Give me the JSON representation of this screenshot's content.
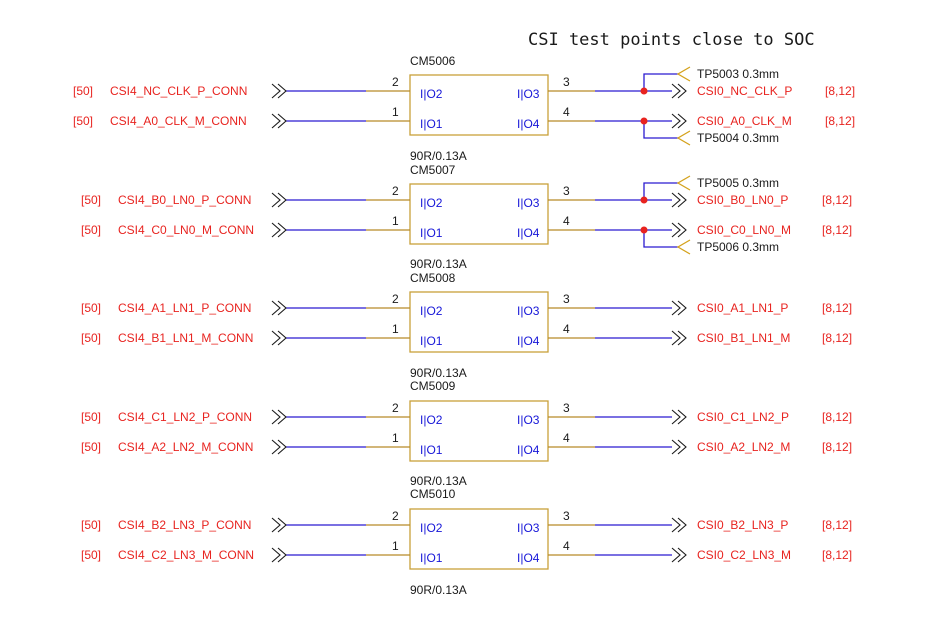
{
  "title": "CSI test points close to SOC",
  "colors": {
    "net_label": "#e8231f",
    "wire": "#2b1ad0",
    "component_outline": "#c8a03a",
    "junction": "#e8231f",
    "text": "#1a1a1a"
  },
  "components": [
    {
      "ref": "CM5006",
      "value": "90R/0.13A",
      "pin_left_top": "2",
      "pin_left_bottom": "1",
      "pin_right_top": "3",
      "pin_right_bottom": "4",
      "label_left_top": "I|O2",
      "label_left_bottom": "I|O1",
      "label_right_top": "I|O3",
      "label_right_bottom": "I|O4",
      "in_top_sheet": "[50]",
      "in_top_net": "CSI4_NC_CLK_P_CONN",
      "in_bottom_sheet": "[50]",
      "in_bottom_net": "CSI4_A0_CLK_M_CONN",
      "out_top_net": "CSI0_NC_CLK_P",
      "out_top_sheet": "[8,12]",
      "out_bottom_net": "CSI0_A0_CLK_M",
      "out_bottom_sheet": "[8,12]",
      "tp_top": "TP5003  0.3mm",
      "tp_bottom": "TP5004  0.3mm"
    },
    {
      "ref": "CM5007",
      "value": "90R/0.13A",
      "pin_left_top": "2",
      "pin_left_bottom": "1",
      "pin_right_top": "3",
      "pin_right_bottom": "4",
      "label_left_top": "I|O2",
      "label_left_bottom": "I|O1",
      "label_right_top": "I|O3",
      "label_right_bottom": "I|O4",
      "in_top_sheet": "[50]",
      "in_top_net": "CSI4_B0_LN0_P_CONN",
      "in_bottom_sheet": "[50]",
      "in_bottom_net": "CSI4_C0_LN0_M_CONN",
      "out_top_net": "CSI0_B0_LN0_P",
      "out_top_sheet": "[8,12]",
      "out_bottom_net": "CSI0_C0_LN0_M",
      "out_bottom_sheet": "[8,12]",
      "tp_top": "TP5005  0.3mm",
      "tp_bottom": "TP5006  0.3mm"
    },
    {
      "ref": "CM5008",
      "value": "90R/0.13A",
      "pin_left_top": "2",
      "pin_left_bottom": "1",
      "pin_right_top": "3",
      "pin_right_bottom": "4",
      "label_left_top": "I|O2",
      "label_left_bottom": "I|O1",
      "label_right_top": "I|O3",
      "label_right_bottom": "I|O4",
      "in_top_sheet": "[50]",
      "in_top_net": "CSI4_A1_LN1_P_CONN",
      "in_bottom_sheet": "[50]",
      "in_bottom_net": "CSI4_B1_LN1_M_CONN",
      "out_top_net": "CSI0_A1_LN1_P",
      "out_top_sheet": "[8,12]",
      "out_bottom_net": "CSI0_B1_LN1_M",
      "out_bottom_sheet": "[8,12]"
    },
    {
      "ref": "CM5009",
      "value": "90R/0.13A",
      "pin_left_top": "2",
      "pin_left_bottom": "1",
      "pin_right_top": "3",
      "pin_right_bottom": "4",
      "label_left_top": "I|O2",
      "label_left_bottom": "I|O1",
      "label_right_top": "I|O3",
      "label_right_bottom": "I|O4",
      "in_top_sheet": "[50]",
      "in_top_net": "CSI4_C1_LN2_P_CONN",
      "in_bottom_sheet": "[50]",
      "in_bottom_net": "CSI4_A2_LN2_M_CONN",
      "out_top_net": "CSI0_C1_LN2_P",
      "out_top_sheet": "[8,12]",
      "out_bottom_net": "CSI0_A2_LN2_M",
      "out_bottom_sheet": "[8,12]"
    },
    {
      "ref": "CM5010",
      "value": "90R/0.13A",
      "pin_left_top": "2",
      "pin_left_bottom": "1",
      "pin_right_top": "3",
      "pin_right_bottom": "4",
      "label_left_top": "I|O2",
      "label_left_bottom": "I|O1",
      "label_right_top": "I|O3",
      "label_right_bottom": "I|O4",
      "in_top_sheet": "[50]",
      "in_top_net": "CSI4_B2_LN3_P_CONN",
      "in_bottom_sheet": "[50]",
      "in_bottom_net": "CSI4_C2_LN3_M_CONN",
      "out_top_net": "CSI0_B2_LN3_P",
      "out_top_sheet": "[8,12]",
      "out_bottom_net": "CSI0_C2_LN3_M",
      "out_bottom_sheet": "[8,12]"
    }
  ]
}
